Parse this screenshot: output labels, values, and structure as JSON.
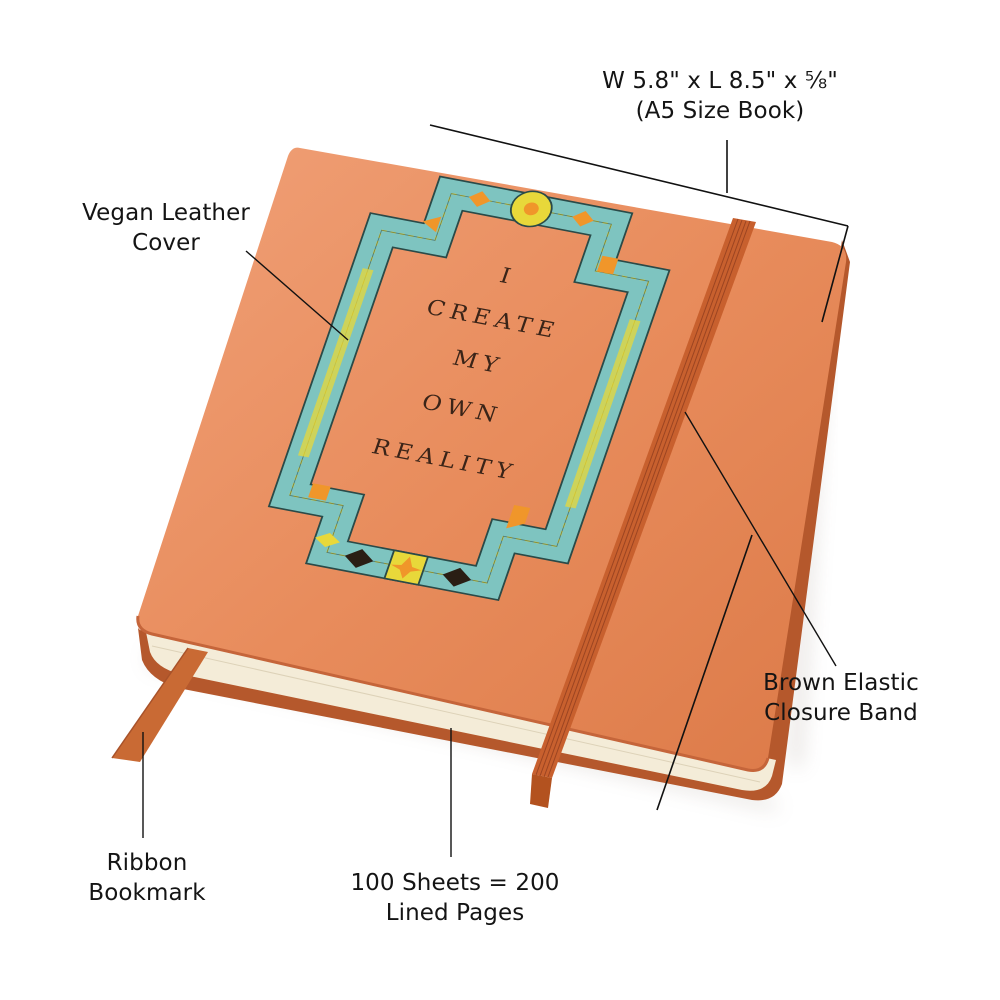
{
  "callouts": {
    "dimensions": {
      "line1": "W 5.8\" x L 8.5\" x ⅝\"",
      "line2": "(A5 Size Book)"
    },
    "cover": {
      "line1": "Vegan Leather",
      "line2": "Cover"
    },
    "band": {
      "line1": "Brown Elastic",
      "line2": "Closure Band"
    },
    "ribbon": {
      "line1": "Ribbon",
      "line2": "Bookmark"
    },
    "pages": {
      "line1": "100 Sheets = 200",
      "line2": "Lined Pages"
    }
  },
  "cover_quote": {
    "lines": [
      "I",
      "CREATE",
      "MY",
      "OWN",
      "REALITY"
    ]
  },
  "colors": {
    "leather": "#e8895a",
    "leather_edge": "#c9683c",
    "band": "#c8602e",
    "frame_teal": "#7ec4c0",
    "frame_yellow": "#e8d83a",
    "motif_orange": "#f0962a",
    "motif_dark": "#2a1e14",
    "pages": "#f4ecd8",
    "ribbon": "#c96a34",
    "line": "#111111"
  }
}
